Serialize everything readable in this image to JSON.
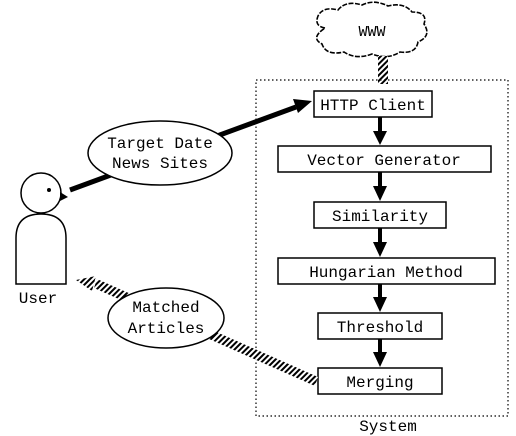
{
  "cloud": {
    "label": "WWW"
  },
  "user": {
    "label": "User"
  },
  "system": {
    "label": "System"
  },
  "bubbles": {
    "input": {
      "line1": "Target Date",
      "line2": "News Sites"
    },
    "output": {
      "line1": "Matched",
      "line2": "Articles"
    }
  },
  "pipeline": [
    "HTTP Client",
    "Vector Generator",
    "Similarity",
    "Hungarian Method",
    "Threshold",
    "Merging"
  ],
  "colors": {
    "ink": "#000000",
    "paper": "#ffffff"
  }
}
